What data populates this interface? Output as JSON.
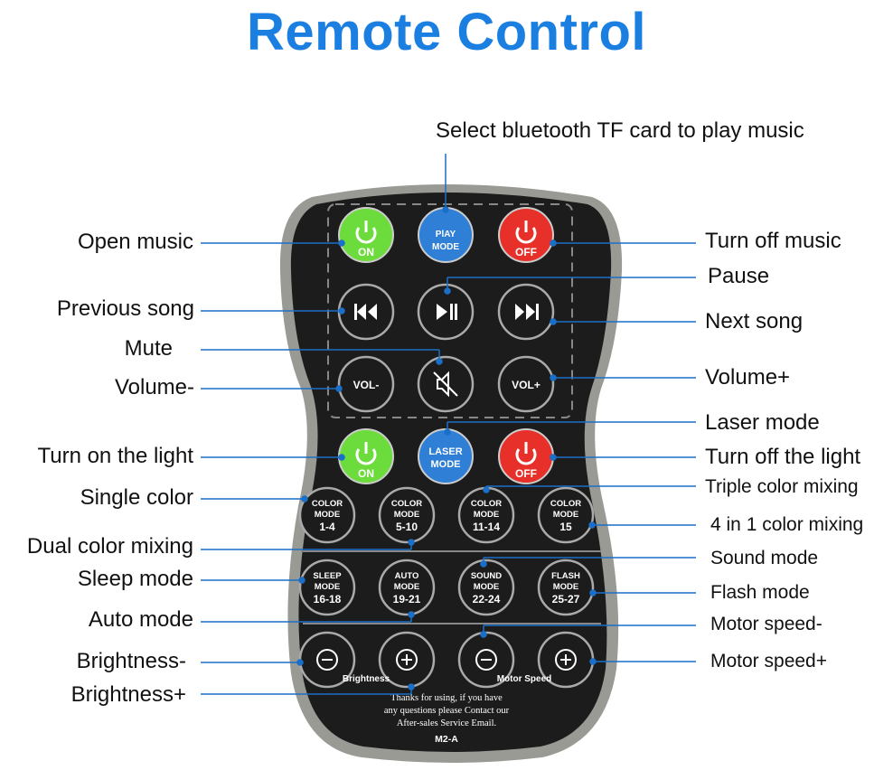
{
  "title": "Remote Control",
  "annotations": {
    "top": "Select bluetooth TF card to play music",
    "left": [
      "Open music",
      "Previous song",
      "Mute",
      "Volume-",
      "Turn on the light",
      "Single color",
      "Dual color mixing",
      "Sleep mode",
      "Auto mode",
      "Brightness-",
      "Brightness+"
    ],
    "right": [
      "Turn off music",
      "Pause",
      "Next song",
      "Volume+",
      "Laser mode",
      "Turn off the light",
      "Triple color mixing",
      "4 in 1 color mixing",
      "Sound mode",
      "Flash mode",
      "Motor speed-",
      "Motor speed+"
    ]
  },
  "remote": {
    "buttons": {
      "on": "ON",
      "play_mode": [
        "PlAY",
        "MODE"
      ],
      "off": "OFF",
      "vol_minus": "VOL-",
      "vol_plus": "VOL+",
      "light_on": "ON",
      "laser_mode": [
        "LASER",
        "MODE"
      ],
      "light_off": "OFF",
      "color_1": [
        "COLOR",
        "MODE",
        "1-4"
      ],
      "color_2": [
        "COLOR",
        "MODE",
        "5-10"
      ],
      "color_3": [
        "COLOR",
        "MODE",
        "11-14"
      ],
      "color_4": [
        "COLOR",
        "MODE",
        "15"
      ],
      "sleep": [
        "SLEEP",
        "MODE",
        "16-18"
      ],
      "auto": [
        "AUTO",
        "MODE",
        "19-21"
      ],
      "sound": [
        "SOUND",
        "MODE",
        "22-24"
      ],
      "flash": [
        "FLASH",
        "MODE",
        "25-27"
      ]
    },
    "brightness_label": "Brightness",
    "motor_label": "Motor Speed",
    "footer": [
      "Thanks for using, if you have",
      "any questions please Contact our",
      "After-sales Service Email."
    ],
    "model": "M2-A"
  },
  "colors": {
    "title": "#1a7fe0",
    "green": "#6cdc3c",
    "blue": "#2f7fd6",
    "red": "#e8302a",
    "line": "#1a6fc8",
    "body": "#1c1c1c"
  }
}
